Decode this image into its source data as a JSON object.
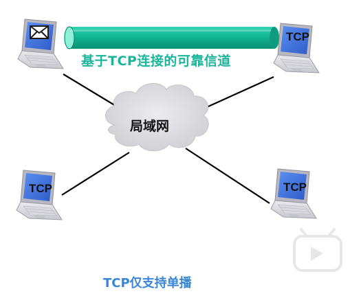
{
  "tcp_channel_label": "基于TCP连接的可靠信道",
  "lan_label": "局域网",
  "footer_label": "TCP仅支持单播",
  "hosts": [
    {
      "position": "top-left",
      "screen": "envelope-icon",
      "label": ""
    },
    {
      "position": "top-right",
      "screen": "text",
      "label": "TCP"
    },
    {
      "position": "bottom-left",
      "screen": "text",
      "label": "TCP"
    },
    {
      "position": "bottom-right",
      "screen": "text",
      "label": "TCP"
    }
  ],
  "colors": {
    "pipe": "#13b595",
    "pipe_label": "#1bb59a",
    "footer_label": "#3a86d6",
    "screen": "#3d6fd8",
    "cloud": "#d9d9dc",
    "links": "#000000"
  }
}
